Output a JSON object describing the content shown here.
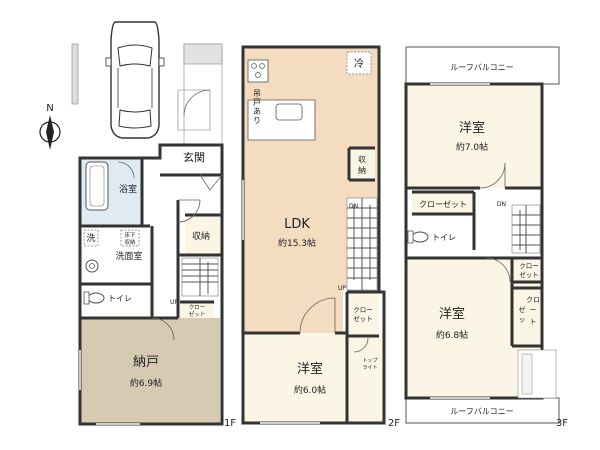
{
  "floors": {
    "f1": {
      "label": "1F"
    },
    "f2": {
      "label": "2F"
    },
    "f3": {
      "label": "3F"
    }
  },
  "rooms": {
    "genkan": {
      "name": "玄関"
    },
    "bath": {
      "name": "浴室"
    },
    "wash": {
      "name": "洗"
    },
    "washroom": {
      "name": "洗面室"
    },
    "underfloor_l1": "床下",
    "underfloor_l2": "収納",
    "storage1": {
      "name": "収納"
    },
    "toilet1": {
      "name": "トイレ"
    },
    "closet1_l1": "クロー",
    "closet1_l2": "ゼット",
    "nando": {
      "name": "納戸",
      "size": "約6.9帖"
    },
    "ldk": {
      "name": "LDK",
      "size": "約15.3帖"
    },
    "hanging_cabinet_l1": "吊",
    "hanging_cabinet_l2": "戸",
    "hanging_cabinet_l3": "あ",
    "hanging_cabinet_l4": "り",
    "fridge": "冷",
    "storage2_l1": "収",
    "storage2_l2": "納",
    "closet2_l1": "クロー",
    "closet2_l2": "ゼット",
    "yoshitsu2": {
      "name": "洋室",
      "size": "約6.0帖"
    },
    "toplight_l1": "トップ",
    "toplight_l2": "ライト",
    "yoshitsu3a": {
      "name": "洋室",
      "size": "約7.0帖"
    },
    "closet3a": {
      "name": "クローゼット"
    },
    "toilet3": {
      "name": "トイレ"
    },
    "closet3b_l1": "クロー",
    "closet3b_l2": "ゼット",
    "closet3c_l1": "クロ",
    "closet3c_l2": "ー",
    "closet3c_l3": "ゼ",
    "closet3c_l4": "ッ",
    "closet3c_l5": "ト",
    "yoshitsu3b": {
      "name": "洋室",
      "size": "約6.8帖"
    },
    "roof_balcony_top": "ルーフバルコニー",
    "roof_balcony_bottom": "ルーフバルコニー"
  },
  "stairs": {
    "up1": "UP",
    "dn2a": "DN",
    "up2": "UP",
    "dn3": "DN"
  },
  "compass": {
    "north": "N"
  },
  "colors": {
    "ldk_floor": "#f3dcc0",
    "room_floor": "#fbf5e6",
    "nando_floor": "#d6cab2",
    "bath_floor": "#dfeaf3",
    "wall": "#333333"
  }
}
